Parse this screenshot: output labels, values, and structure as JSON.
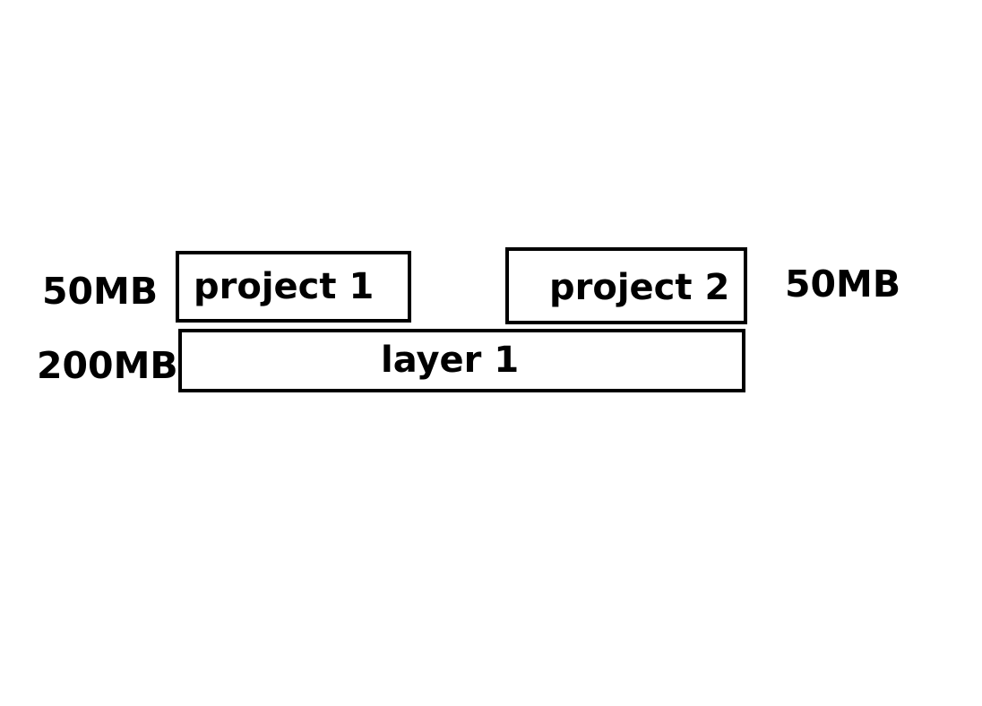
{
  "diagram": {
    "layers": [
      {
        "name": "layer 1",
        "size": "200MB"
      }
    ],
    "projects": [
      {
        "name": "project 1",
        "size": "50MB"
      },
      {
        "name": "project 2",
        "size": "50MB"
      }
    ],
    "colors": {
      "border": "#000000",
      "text": "#000000",
      "background": "#ffffff"
    }
  }
}
